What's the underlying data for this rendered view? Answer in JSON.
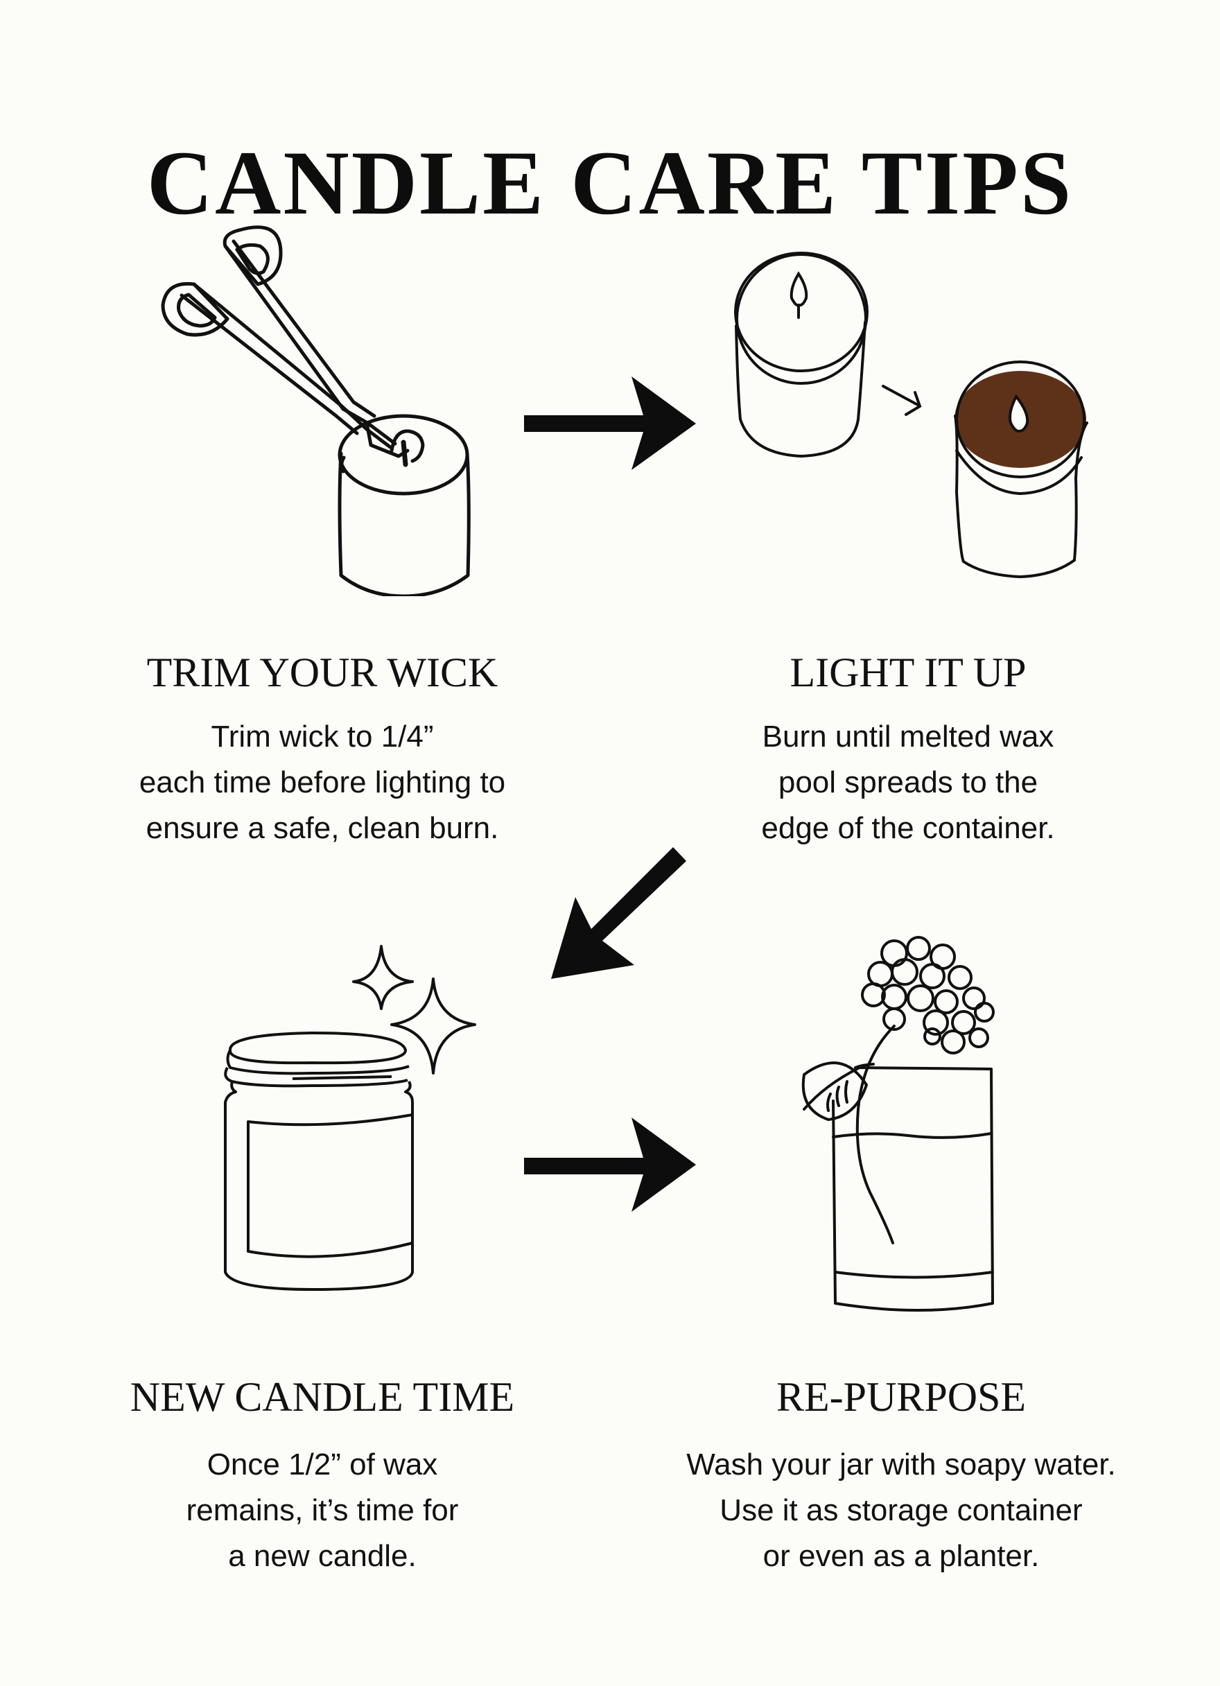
{
  "title": "CANDLE CARE TIPS",
  "colors": {
    "background": "#fcfcf8",
    "ink": "#111111",
    "melted_wax": "#5e3219"
  },
  "steps": [
    {
      "title": "TRIM YOUR WICK",
      "description_lines": [
        "Trim wick to 1/4”",
        "each time before lighting to",
        "ensure a safe, clean burn."
      ],
      "illustration": "wick-trimmer-over-candle-icon"
    },
    {
      "title": "LIGHT IT UP",
      "description_lines": [
        "Burn until melted wax",
        "pool spreads to the",
        "edge of the container."
      ],
      "illustration": "candle-before-after-melt-pool-icon"
    },
    {
      "title": "NEW CANDLE TIME",
      "description_lines": [
        "Once 1/2” of wax",
        "remains, it’s time for",
        "a new candle."
      ],
      "illustration": "empty-jar-with-sparkles-icon"
    },
    {
      "title": "RE-PURPOSE",
      "description_lines": [
        "Wash your jar with soapy water.",
        "Use it as storage container",
        "or even as a planter."
      ],
      "illustration": "jar-vase-with-flower-icon"
    }
  ],
  "arrows": [
    {
      "from": "TRIM YOUR WICK",
      "to": "LIGHT IT UP",
      "direction": "right"
    },
    {
      "from": "LIGHT IT UP",
      "to": "NEW CANDLE TIME",
      "direction": "down-left"
    },
    {
      "from": "NEW CANDLE TIME",
      "to": "RE-PURPOSE",
      "direction": "right"
    }
  ]
}
